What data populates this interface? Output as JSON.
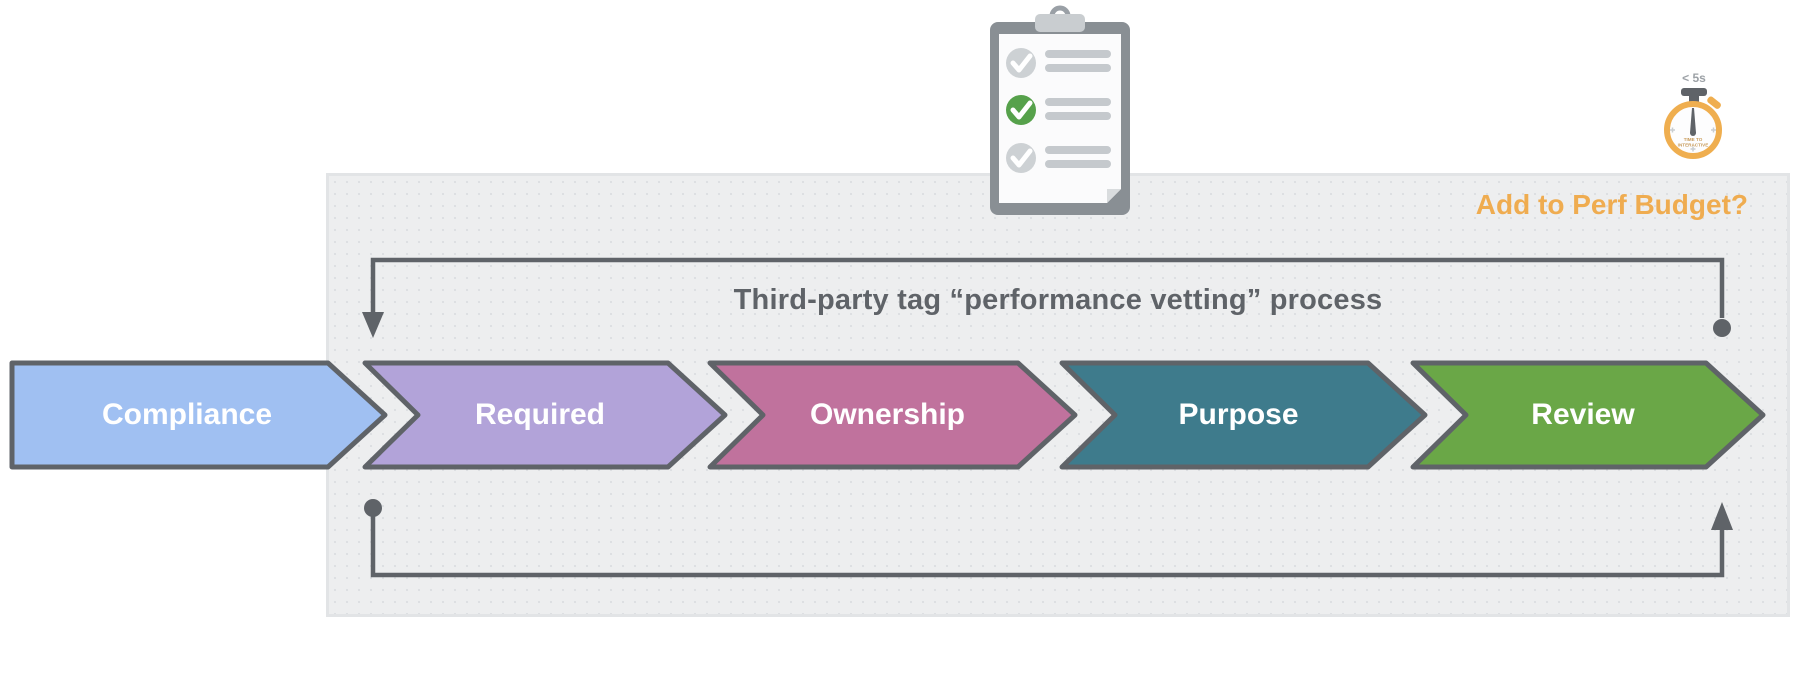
{
  "page": {
    "background": "#ffffff"
  },
  "panel": {
    "background": "#EDEEEF",
    "border_color": "#E2E4E6"
  },
  "header": {
    "title": "Third-party tag “performance vetting” process",
    "title_color": "#5F6368"
  },
  "perf_budget": {
    "label": "Add to Perf Budget?",
    "color": "#EFAC50"
  },
  "stopwatch": {
    "label_above": "< 5s",
    "dial_text_line1": "TIME TO",
    "dial_text_line2": "INTERACTIVE",
    "ring_color": "#EFAE4F",
    "hand_color": "#5F6368"
  },
  "clipboard": {
    "body_color": "#898F94",
    "clip_color": "#C9CDD0",
    "paper_color": "#FBFBFC",
    "bar_color": "#C5C9CD",
    "checklist": [
      {
        "state": "checked",
        "circle_color": "#CDD1D4"
      },
      {
        "state": "checked",
        "circle_color": "#56A14B"
      },
      {
        "state": "checked",
        "circle_color": "#CDD1D4"
      }
    ]
  },
  "process": {
    "outline_color": "#5F6368",
    "loop_color": "#5F6368",
    "stages": [
      {
        "label": "Compliance",
        "color": "#A0C0F2"
      },
      {
        "label": "Required",
        "color": "#B2A3D9"
      },
      {
        "label": "Ownership",
        "color": "#C0729D"
      },
      {
        "label": "Purpose",
        "color": "#3E7B8C"
      },
      {
        "label": "Review",
        "color": "#6AA747"
      }
    ]
  }
}
